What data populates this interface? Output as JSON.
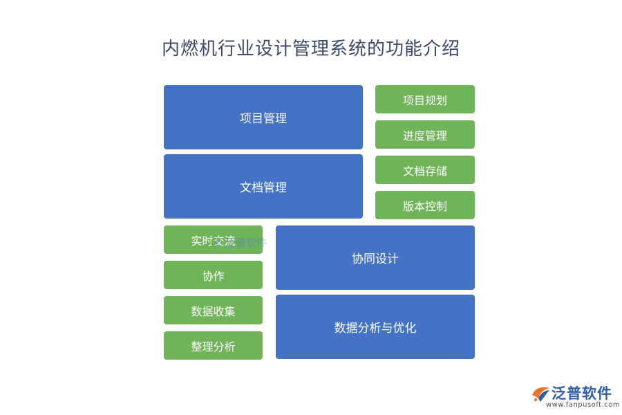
{
  "title": "内燃机行业设计管理系统的功能介绍",
  "colors": {
    "primary_box": "#4472c4",
    "secondary_box": "#70b45a",
    "title_text": "#3b4a6b",
    "brand": "#2f5ea8"
  },
  "blocks": {
    "project_management": "项目管理",
    "document_management": "文档管理",
    "collaborative_design": "协同设计",
    "data_analysis_optimization": "数据分析与优化"
  },
  "sub_items": {
    "project_management": [
      "项目规划",
      "进度管理"
    ],
    "document_management": [
      "文档存储",
      "版本控制"
    ],
    "collaborative_design": [
      "实时交流",
      "协作"
    ],
    "data_analysis_optimization": [
      "数据收集",
      "整理分析"
    ]
  },
  "watermark": {
    "text": "泛普软件"
  },
  "brand": {
    "name": "泛普软件",
    "url": "www.fanpusoft.com",
    "icon": "fanpu-logo-icon"
  }
}
